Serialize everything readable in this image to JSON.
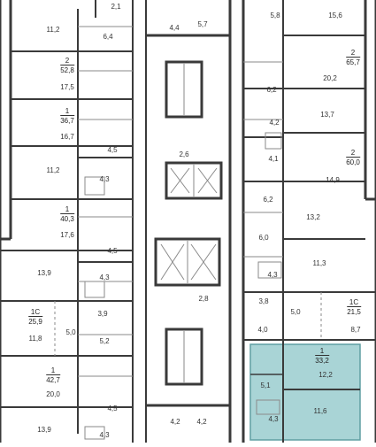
{
  "colors": {
    "wall": "#3a3a3a",
    "thin_line": "#8a8a8a",
    "highlight_fill": "#a9d4d6",
    "highlight_stroke": "#5f9ea2",
    "text": "#333333"
  },
  "left_wing": {
    "rooms": [
      "11,2",
      "6,4",
      "2,1",
      "17,5",
      "16,7",
      "4,5",
      "11,2",
      "4,3",
      "17,6",
      "4,5",
      "13,9",
      "4,3",
      "5,0",
      "3,9",
      "11,8",
      "5,2",
      "20,0",
      "4,5",
      "13,9",
      "4,3"
    ],
    "badges": [
      {
        "rooms": "2",
        "area": "52,8"
      },
      {
        "rooms": "1",
        "area": "36,7"
      },
      {
        "rooms": "1",
        "area": "40,3"
      },
      {
        "rooms": "1С",
        "area": "25,9"
      },
      {
        "rooms": "1",
        "area": "42,7"
      }
    ]
  },
  "core": {
    "rooms": [
      "4,4",
      "5,7",
      "2,6",
      "2,8",
      "4,2",
      "4,2"
    ]
  },
  "right_wing": {
    "rooms": [
      "5,8",
      "15,6",
      "20,2",
      "6,2",
      "4,2",
      "13,7",
      "4,1",
      "14,9",
      "6,2",
      "13,2",
      "6,0",
      "11,3",
      "4,3",
      "3,8",
      "5,0",
      "4,0",
      "8,7",
      "12,2",
      "5,1",
      "4,3",
      "11,6"
    ],
    "badges": [
      {
        "rooms": "2",
        "area": "65,7"
      },
      {
        "rooms": "2",
        "area": "60,0"
      },
      {
        "rooms": "1С",
        "area": "21,5"
      },
      {
        "rooms": "1",
        "area": "33,2",
        "highlighted": true
      }
    ]
  }
}
